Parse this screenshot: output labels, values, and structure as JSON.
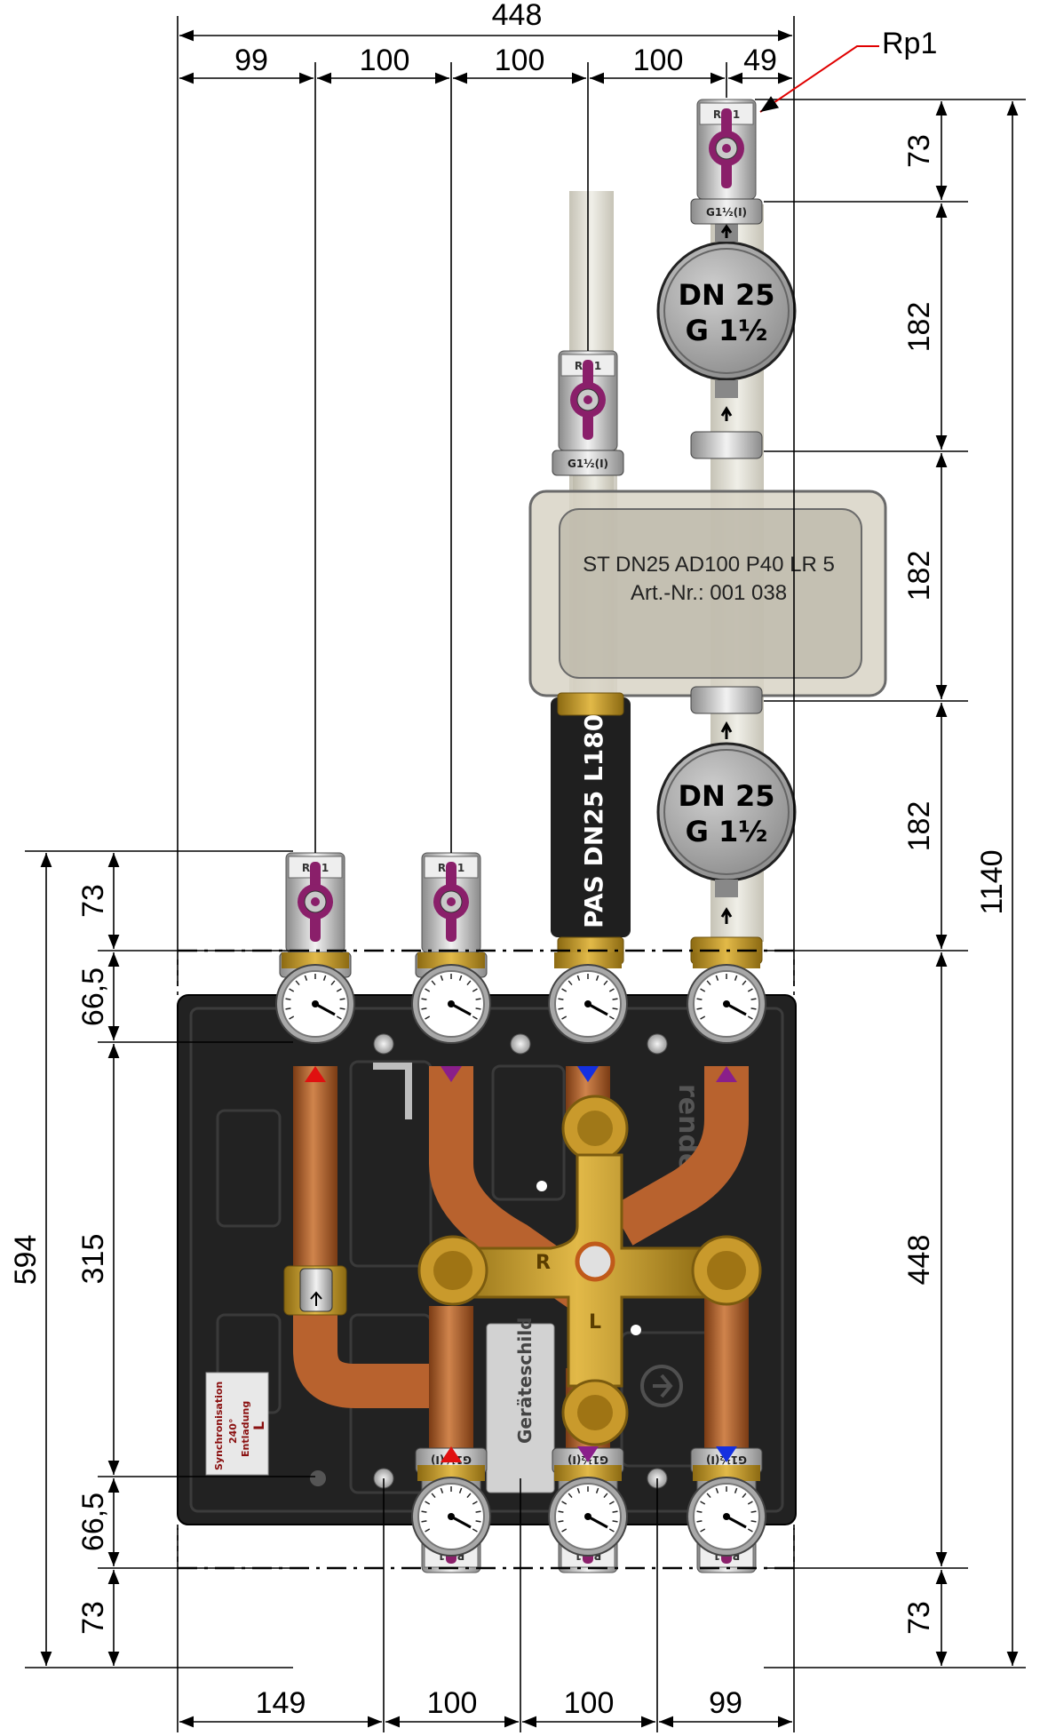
{
  "dimensions": {
    "top_total": "448",
    "top": [
      "99",
      "100",
      "100",
      "100",
      "49"
    ],
    "bottom": [
      "149",
      "100",
      "100",
      "99"
    ],
    "right_inner": [
      "73",
      "182",
      "182",
      "182",
      "448",
      "73"
    ],
    "right_total": "1140",
    "left_inner": [
      "73",
      "66,5",
      "315",
      "66,5",
      "73"
    ],
    "left_total": "594"
  },
  "callout": "Rp1",
  "pumps": [
    {
      "line1": "DN 25",
      "line2": "G 1½"
    },
    {
      "line1": "DN 25",
      "line2": "G 1½"
    }
  ],
  "separator": {
    "line1": "ST DN25 AD100 P40 LR 5",
    "line2": "Art.-Nr.: 001 038"
  },
  "pipe_label": "PAS DN25 L180",
  "valve_cap": "Rp 1",
  "valve_thread": "G1½(I)",
  "manifold": {
    "r": "R",
    "l": "L"
  },
  "nameplate": "Geräteschild",
  "sticker": {
    "line1": "Synchronisation",
    "line2": "240°",
    "line3": "Entladung",
    "line4": "L"
  },
  "brand": "rendé",
  "colors": {
    "copper": "#b8622e",
    "brass": "#c99a2c",
    "board": "#232323",
    "valve_handle": "#8a1f6a",
    "arrow_red": "#e01010",
    "arrow_blue": "#1430e0",
    "arrow_purple": "#8a1f8a",
    "callout_red": "#e00000"
  }
}
